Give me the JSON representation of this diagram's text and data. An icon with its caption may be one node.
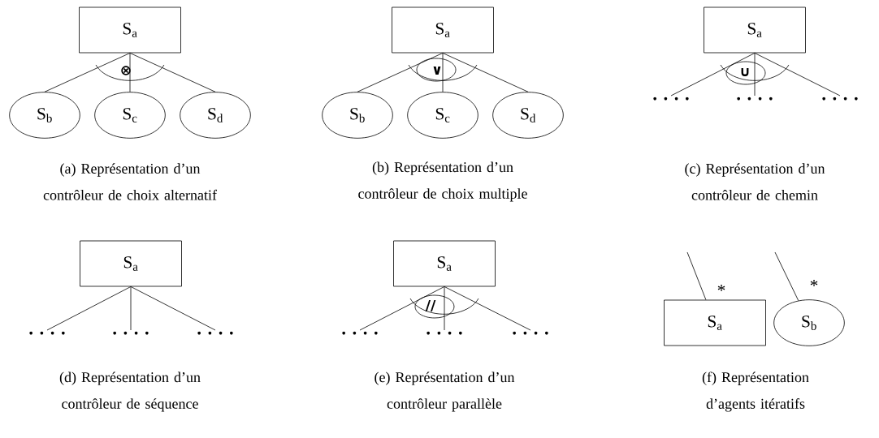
{
  "diagram": {
    "nodes": [
      {
        "text": [
          "S$_{a}$"
        ]
      },
      {
        "text": [
          "S$_{b}$"
        ]
      },
      {
        "text": [
          "S$_{c}$"
        ]
      },
      {
        "text": [
          "S$_{d}$"
        ]
      },
      {
        "text": [
          "S$_{a}$"
        ]
      },
      {
        "text": [
          "S$_{b}$"
        ]
      },
      {
        "text": [
          "S$_{c}$"
        ]
      },
      {
        "text": [
          "S$_{d}$"
        ]
      },
      {
        "text": [
          "S$_{a}$"
        ]
      },
      {
        "text": [
          ". . . ."
        ]
      },
      {
        "text": [
          ". . . ."
        ]
      },
      {
        "text": [
          ". . . ."
        ]
      },
      {
        "text": [
          "S$_{a}$"
        ]
      },
      {
        "text": [
          ". . . ."
        ]
      },
      {
        "text": [
          ". . . ."
        ]
      },
      {
        "text": [
          ". . . ."
        ]
      },
      {
        "text": [
          "S$_{a}$"
        ]
      },
      {
        "text": [
          ". . . ."
        ]
      },
      {
        "text": [
          ". . . ."
        ]
      },
      {
        "text": [
          ". . . ."
        ]
      },
      {
        "text": [
          "S$_{a}$"
        ]
      },
      {
        "text": [
          "S$_{b}$"
        ]
      }
    ],
    "edges": [
      {
        "from": 0,
        "to": 1,
        "arrow": "none"
      },
      {
        "from": 0,
        "to": 2,
        "arrow": "none"
      },
      {
        "from": 0,
        "to": 3,
        "arrow": "none"
      },
      {
        "from": 4,
        "to": 5,
        "arrow": "none"
      },
      {
        "from": 4,
        "to": 6,
        "arrow": "none"
      },
      {
        "from": 4,
        "to": 7,
        "arrow": "none"
      },
      {
        "from": 8,
        "to": 9,
        "arrow": "none"
      },
      {
        "from": 8,
        "to": 10,
        "arrow": "none"
      },
      {
        "from": 8,
        "to": 11,
        "arrow": "none"
      },
      {
        "from": 12,
        "to": 13,
        "arrow": "none"
      },
      {
        "from": 12,
        "to": 14,
        "arrow": "none"
      },
      {
        "from": 12,
        "to": 15,
        "arrow": "none"
      },
      {
        "from": 16,
        "to": 17,
        "arrow": "none"
      },
      {
        "from": 16,
        "to": 18,
        "arrow": "none"
      },
      {
        "from": 16,
        "to": 19,
        "arrow": "none"
      },
      {
        "from": null,
        "to": 20,
        "arrow": "none",
        "label": "*"
      },
      {
        "from": null,
        "to": 21,
        "arrow": "none",
        "label": "*"
      }
    ],
    "labels": [
      "⊗",
      "∨",
      "∪",
      "(a) Représentation d’un contrôleur de choix alternatif",
      "(b) Représentation d’un contrôleur de choix multiple",
      "(c) Représentation d’un contrôleur de chemin",
      "//",
      "(d) Représentation d’un contrôleur de séquence",
      "(e) Représentation d’un contrôleur parallèle",
      "(f) Représentation d’agents itératifs"
    ]
  }
}
